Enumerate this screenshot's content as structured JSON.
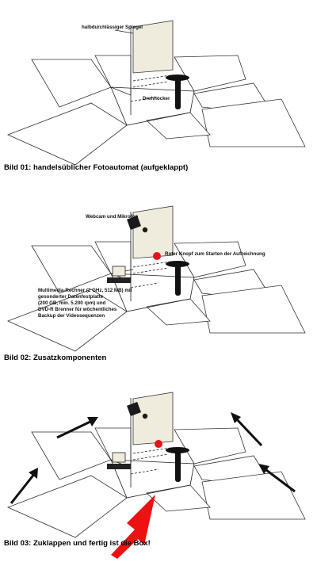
{
  "figure1": {
    "label_mirror": "halbdurchlässiger Spiegel",
    "label_stool": "Drehhocker",
    "caption": "Bild 01: handelsüblicher Fotoautomat (aufgeklappt)"
  },
  "figure2": {
    "label_webcam": "Webcam und Mikrofon",
    "label_button": "Roter Knopf zum Starten der Aufzeichnung",
    "label_computer": [
      "Multimedia-Rechner (2 GHz, 512 MB) mit",
      "gesonderter Datenfestplatte",
      "(200 GB, min. 5.200 rpm) und",
      "DVD-R Brenner für wöchentliches",
      "Backup der Videosequenzen"
    ],
    "caption": "Bild 02: Zusatzkomponenten"
  },
  "figure3": {
    "caption": "Bild 03: Zuklappen und fertig ist die Box!"
  },
  "colors": {
    "mirror": "#efebdd",
    "red_button": "#e8101a",
    "red_arrow": "#ee1111",
    "outline": "#333333"
  }
}
